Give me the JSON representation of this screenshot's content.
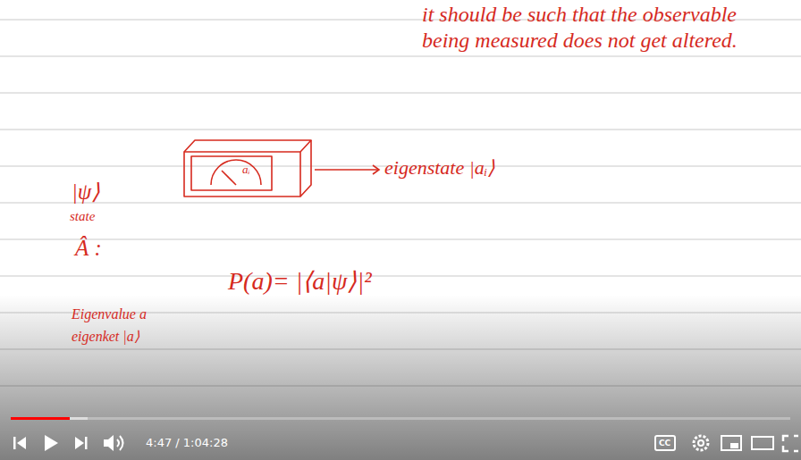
{
  "diagram": {
    "nodes": [
      {
        "text": [
          "aᵢ"
        ]
      }
    ],
    "labels": [
      "it should be such that the observable being measured does not get altered.",
      "|ψ⟩",
      "state",
      "eigenstate |aᵢ⟩",
      "Â :",
      "P(a)= |⟨a|ψ⟩|²",
      "Eigenvalue a",
      "eigenket |a⟩",
      "4:47 / 1:04:28",
      "CC"
    ]
  }
}
